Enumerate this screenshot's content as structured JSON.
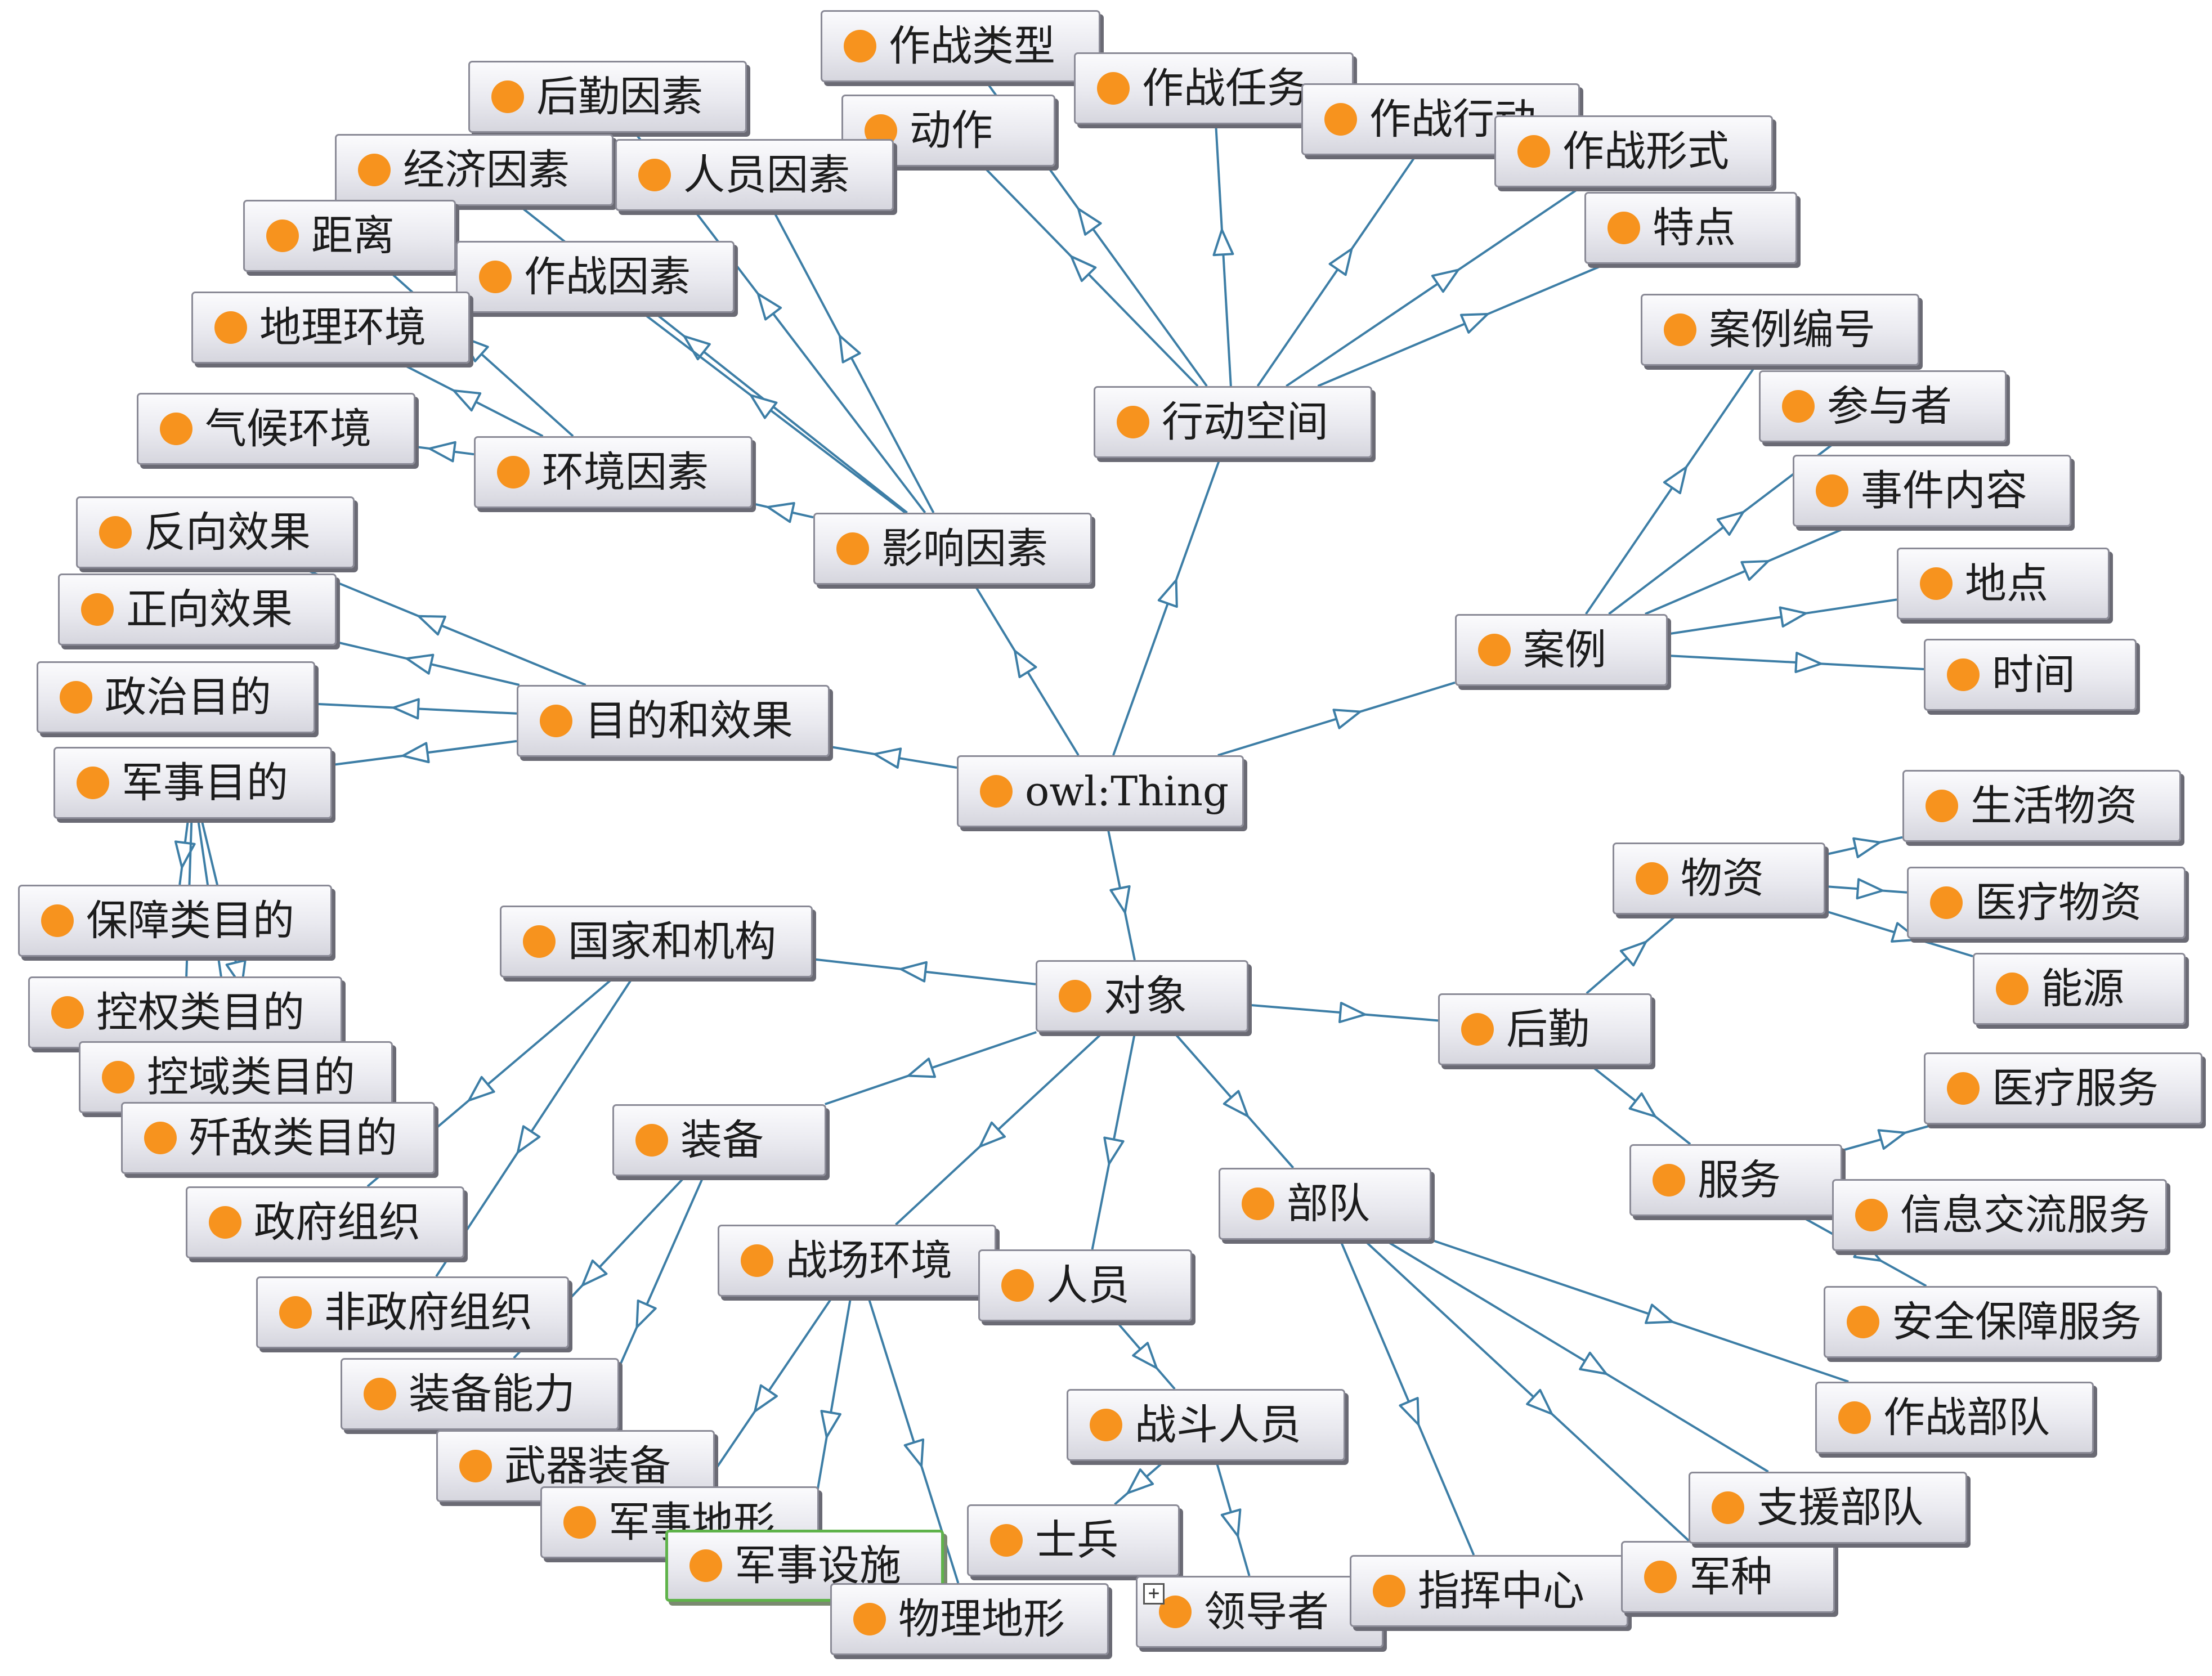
{
  "graph": {
    "colors": {
      "edge": "#3d7ea6",
      "dot": "#f7931e",
      "selected_border": "#5fb34a"
    },
    "nodes": [
      {
        "id": "thing",
        "label": "owl:Thing"
      },
      {
        "id": "xdkj",
        "label": "行动空间"
      },
      {
        "id": "zzlx",
        "label": "作战类型"
      },
      {
        "id": "zzrw",
        "label": "作战任务"
      },
      {
        "id": "zzxd",
        "label": "作战行动"
      },
      {
        "id": "zzxs",
        "label": "作战形式"
      },
      {
        "id": "dz",
        "label": "动作"
      },
      {
        "id": "td",
        "label": "特点"
      },
      {
        "id": "yxys",
        "label": "影响因素"
      },
      {
        "id": "hqys",
        "label": "后勤因素"
      },
      {
        "id": "jjys",
        "label": "经济因素"
      },
      {
        "id": "ryys",
        "label": "人员因素"
      },
      {
        "id": "jl",
        "label": "距离"
      },
      {
        "id": "zzys",
        "label": "作战因素"
      },
      {
        "id": "dlhj",
        "label": "地理环境"
      },
      {
        "id": "qhhj",
        "label": "气候环境"
      },
      {
        "id": "hjys",
        "label": "环境因素"
      },
      {
        "id": "mdxg",
        "label": "目的和效果"
      },
      {
        "id": "fxxg",
        "label": "反向效果"
      },
      {
        "id": "zxxg",
        "label": "正向效果"
      },
      {
        "id": "zzmd",
        "label": "政治目的"
      },
      {
        "id": "jsmd",
        "label": "军事目的"
      },
      {
        "id": "bzmd",
        "label": "保障类目的"
      },
      {
        "id": "kqmd",
        "label": "控权类目的"
      },
      {
        "id": "kymd",
        "label": "控域类目的"
      },
      {
        "id": "jdmd",
        "label": "歼敌类目的"
      },
      {
        "id": "al",
        "label": "案例"
      },
      {
        "id": "albh",
        "label": "案例编号"
      },
      {
        "id": "cyz",
        "label": "参与者"
      },
      {
        "id": "sjnr",
        "label": "事件内容"
      },
      {
        "id": "dd",
        "label": "地点"
      },
      {
        "id": "sj",
        "label": "时间"
      },
      {
        "id": "dx",
        "label": "对象"
      },
      {
        "id": "gjjg",
        "label": "国家和机构"
      },
      {
        "id": "zfzz",
        "label": "政府组织"
      },
      {
        "id": "fzfzz",
        "label": "非政府组织"
      },
      {
        "id": "zb",
        "label": "装备"
      },
      {
        "id": "zbnl",
        "label": "装备能力"
      },
      {
        "id": "wqzb",
        "label": "武器装备"
      },
      {
        "id": "zchj",
        "label": "战场环境"
      },
      {
        "id": "jsdx",
        "label": "军事地形"
      },
      {
        "id": "jsss",
        "label": "军事设施"
      },
      {
        "id": "wldx",
        "label": "物理地形"
      },
      {
        "id": "ry",
        "label": "人员"
      },
      {
        "id": "zdry",
        "label": "战斗人员"
      },
      {
        "id": "sb",
        "label": "士兵"
      },
      {
        "id": "ldz",
        "label": "领导者"
      },
      {
        "id": "bd",
        "label": "部队"
      },
      {
        "id": "zhzx",
        "label": "指挥中心"
      },
      {
        "id": "jz",
        "label": "军种"
      },
      {
        "id": "zybd",
        "label": "支援部队"
      },
      {
        "id": "zzbd",
        "label": "作战部队"
      },
      {
        "id": "hq",
        "label": "后勤"
      },
      {
        "id": "wz",
        "label": "物资"
      },
      {
        "id": "shwz",
        "label": "生活物资"
      },
      {
        "id": "ylwz",
        "label": "医疗物资"
      },
      {
        "id": "ny",
        "label": "能源"
      },
      {
        "id": "fw",
        "label": "服务"
      },
      {
        "id": "ylfw",
        "label": "医疗服务"
      },
      {
        "id": "xxjlfw",
        "label": "信息交流服务"
      },
      {
        "id": "aqbzfw",
        "label": "安全保障服务"
      }
    ],
    "edges": [
      [
        "thing",
        "xdkj"
      ],
      [
        "thing",
        "yxys"
      ],
      [
        "thing",
        "mdxg"
      ],
      [
        "thing",
        "al"
      ],
      [
        "thing",
        "dx"
      ],
      [
        "xdkj",
        "zzlx"
      ],
      [
        "xdkj",
        "zzrw"
      ],
      [
        "xdkj",
        "zzxd"
      ],
      [
        "xdkj",
        "zzxs"
      ],
      [
        "xdkj",
        "dz"
      ],
      [
        "xdkj",
        "td"
      ],
      [
        "yxys",
        "hqys"
      ],
      [
        "yxys",
        "jjys"
      ],
      [
        "yxys",
        "ryys"
      ],
      [
        "yxys",
        "zzys"
      ],
      [
        "yxys",
        "hjys"
      ],
      [
        "hjys",
        "jl"
      ],
      [
        "hjys",
        "dlhj"
      ],
      [
        "hjys",
        "qhhj"
      ],
      [
        "mdxg",
        "fxxg"
      ],
      [
        "mdxg",
        "zxxg"
      ],
      [
        "mdxg",
        "zzmd"
      ],
      [
        "mdxg",
        "jsmd"
      ],
      [
        "jsmd",
        "bzmd"
      ],
      [
        "jsmd",
        "kqmd"
      ],
      [
        "jsmd",
        "kymd"
      ],
      [
        "jsmd",
        "jdmd"
      ],
      [
        "al",
        "albh"
      ],
      [
        "al",
        "cyz"
      ],
      [
        "al",
        "sjnr"
      ],
      [
        "al",
        "dd"
      ],
      [
        "al",
        "sj"
      ],
      [
        "dx",
        "gjjg"
      ],
      [
        "dx",
        "zb"
      ],
      [
        "dx",
        "zchj"
      ],
      [
        "dx",
        "ry"
      ],
      [
        "dx",
        "bd"
      ],
      [
        "dx",
        "hq"
      ],
      [
        "gjjg",
        "zfzz"
      ],
      [
        "gjjg",
        "fzfzz"
      ],
      [
        "zb",
        "zbnl"
      ],
      [
        "zb",
        "wqzb"
      ],
      [
        "zchj",
        "jsdx"
      ],
      [
        "zchj",
        "jsss"
      ],
      [
        "zchj",
        "wldx"
      ],
      [
        "ry",
        "zdry"
      ],
      [
        "zdry",
        "sb"
      ],
      [
        "zdry",
        "ldz"
      ],
      [
        "bd",
        "zhzx"
      ],
      [
        "bd",
        "jz"
      ],
      [
        "bd",
        "zybd"
      ],
      [
        "bd",
        "zzbd"
      ],
      [
        "hq",
        "wz"
      ],
      [
        "hq",
        "fw"
      ],
      [
        "wz",
        "shwz"
      ],
      [
        "wz",
        "ylwz"
      ],
      [
        "wz",
        "ny"
      ],
      [
        "fw",
        "ylfw"
      ],
      [
        "fw",
        "xxjlfw"
      ],
      [
        "fw",
        "aqbzfw"
      ]
    ]
  }
}
